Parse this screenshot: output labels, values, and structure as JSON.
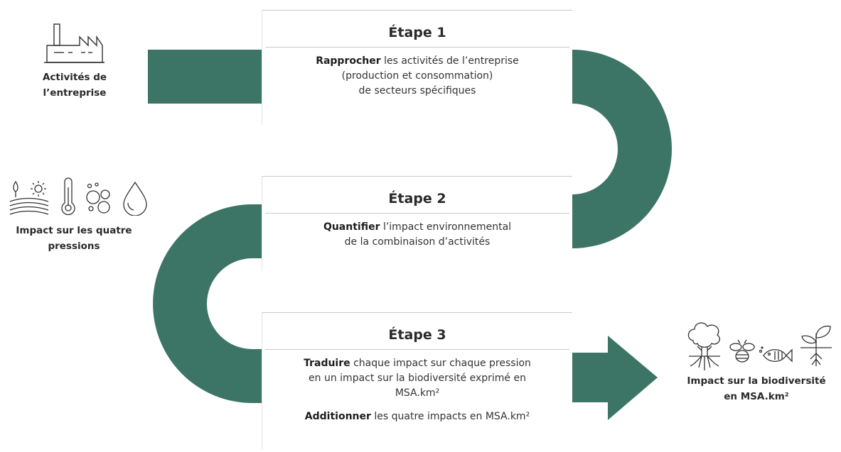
{
  "colors": {
    "band": "#3c7565",
    "card_border": "#c9c9c9",
    "text": "#222222"
  },
  "left_nodes": {
    "company": {
      "label_line1": "Activités de",
      "label_line2": "l’entreprise",
      "icon": "factory-icon"
    },
    "pressures": {
      "label_line1": "Impact sur les quatre",
      "label_line2": "pressions",
      "icons": [
        "land-use-sun-icon",
        "thermometer-icon",
        "pollution-bubbles-icon",
        "water-drop-icon"
      ]
    }
  },
  "right_node": {
    "label_line1": "Impact sur la biodiversité",
    "label_line2": "en MSA.km²",
    "icons": [
      "tree-icon",
      "bee-icon",
      "fish-icon",
      "plant-sprout-icon"
    ]
  },
  "steps": [
    {
      "title": "Étape 1",
      "verb": "Rapprocher",
      "text_line1": " les activités de l’entreprise",
      "text_line2": "(production et consommation)",
      "text_line3": "de secteurs spécifiques"
    },
    {
      "title": "Étape 2",
      "verb": "Quantifier",
      "text_line1": " l’impact environnemental",
      "text_line2": "de la combinaison d’activités"
    },
    {
      "title": "Étape 3",
      "verb": "Traduire",
      "text_line1": " chaque impact sur chaque pression",
      "text_line2": "en un impact sur la biodiversité exprimé en",
      "text_line3": "MSA.km²",
      "verb2": "Additionner",
      "text_line4": " les quatre impacts en MSA.km²"
    }
  ]
}
